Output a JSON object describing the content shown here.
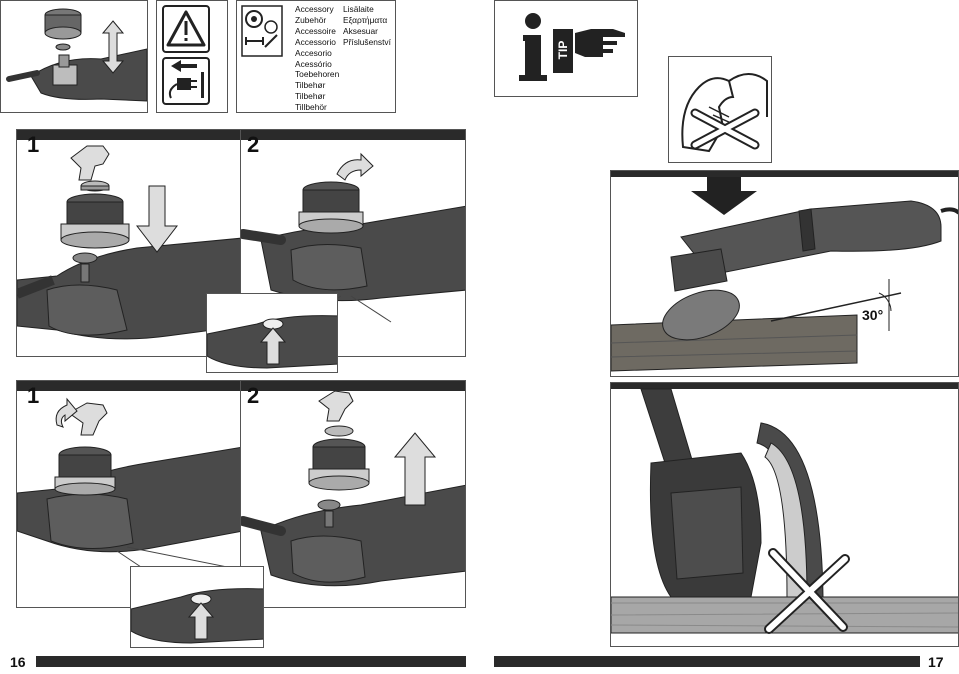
{
  "accessory": {
    "col1": [
      "Accessory",
      "Zubehör",
      "Accessoire",
      "Accessorio",
      "Accesorio",
      "Acessório",
      "Toebehoren",
      "Tilbehør",
      "Tilbehør",
      "Tillbehör"
    ],
    "col2": [
      "Lisälaite",
      "Εξαρτήματα",
      "Aksesuar",
      "Příslušenství"
    ]
  },
  "tip_label": "TIP",
  "steps": {
    "top_left": "1",
    "top_right": "2",
    "bottom_left": "1",
    "bottom_right": "2"
  },
  "angle_label": "30°",
  "page_left": "16",
  "page_right": "17",
  "colors": {
    "bar": "#2a2a2a",
    "tool_body": "#555555",
    "tool_dark": "#3a3a3a",
    "wood": "#6e6a62"
  }
}
